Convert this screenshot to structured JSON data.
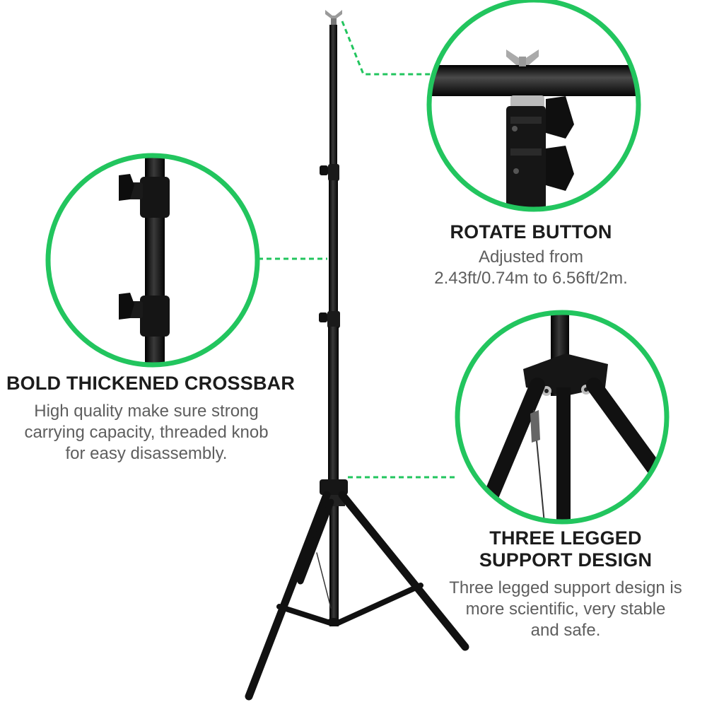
{
  "image": {
    "subject": "Telescopic light stand / backdrop stand product feature graphic",
    "colors": {
      "accent_green": "#22c55e",
      "stand_black": "#111111",
      "heading_text": "#1c1c1c",
      "body_text": "#5e5e5e"
    }
  },
  "callouts": {
    "crossbar": {
      "title": "BOLD THICKENED CROSSBAR",
      "lines": [
        "High quality make sure strong",
        "carrying capacity, threaded knob",
        "for easy disassembly."
      ]
    },
    "rotate": {
      "title": "ROTATE BUTTON",
      "lines": [
        "Adjusted from",
        "2.43ft/0.74m to 6.56ft/2m."
      ]
    },
    "legs": {
      "title_lines": [
        "THREE LEGGED",
        "SUPPORT DESIGN"
      ],
      "lines": [
        "Three legged support design is",
        "more scientific, very stable",
        "and safe."
      ]
    }
  }
}
